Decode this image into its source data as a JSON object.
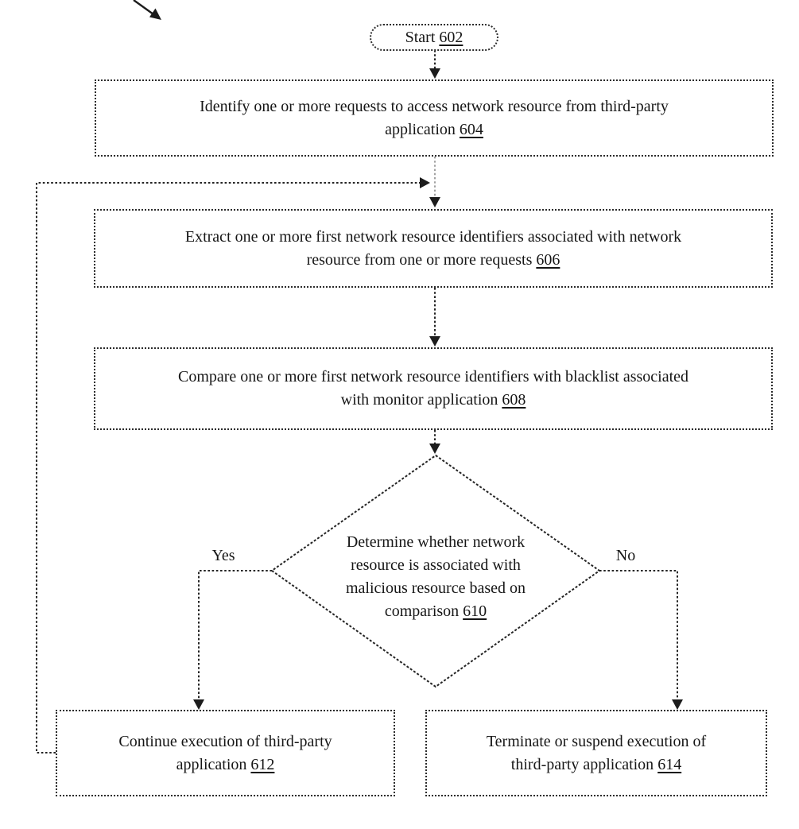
{
  "figure": {
    "nodes": {
      "start": {
        "label": "Start",
        "ref": "602"
      },
      "identify": {
        "text": "Identify one or more requests to access network resource from third-party\napplication",
        "ref": "604"
      },
      "extract": {
        "text": "Extract one or more first network resource identifiers associated with network\nresource from one or more requests",
        "ref": "606"
      },
      "compare": {
        "text": "Compare one or more first network resource identifiers with blacklist associated\nwith monitor application",
        "ref": "608"
      },
      "decision": {
        "text": "Determine whether network\nresource is associated with\nmalicious resource based on\ncomparison",
        "ref": "610"
      },
      "continue": {
        "text": "Continue execution of third-party\napplication",
        "ref": "612"
      },
      "terminate": {
        "text": "Terminate or suspend execution of\nthird-party application",
        "ref": "614"
      }
    },
    "branch_labels": {
      "yes": "Yes",
      "no": "No"
    },
    "colors": {
      "line": "#242424",
      "text": "#161616",
      "background": "#ffffff"
    }
  }
}
